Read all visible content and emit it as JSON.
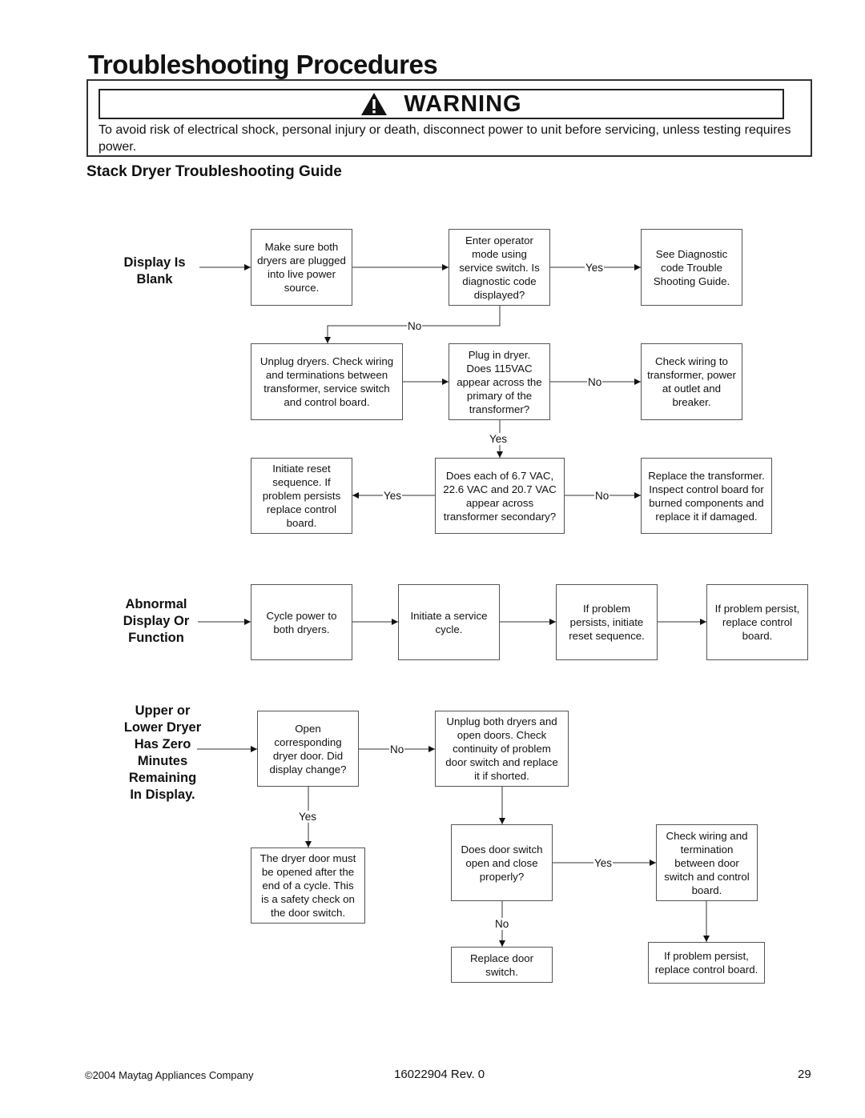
{
  "page_title": "Troubleshooting Procedures",
  "warning": {
    "heading": "WARNING",
    "text": "To avoid risk of electrical shock, personal injury or death, disconnect power to unit before servicing, unless testing requires power."
  },
  "section_title": "Stack Dryer Troubleshooting Guide",
  "categories": {
    "blank": "Display Is\nBlank",
    "abnormal": "Abnormal\nDisplay Or\nFunction",
    "zero": "Upper or\nLower Dryer\nHas Zero\nMinutes\nRemaining\nIn Display."
  },
  "boxes": {
    "b1": "Make sure both\ndryers are plugged\ninto live power\nsource.",
    "b2": "Enter operator\nmode using\nservice switch.  Is\ndiagnostic code\ndisplayed?",
    "b3": "See Diagnostic\ncode Trouble\nShooting Guide.",
    "b4": "Unplug dryers.  Check wiring\nand terminations between\ntransformer, service switch\nand control board.",
    "b5": "Plug in dryer.\nDoes 115VAC\nappear across the\nprimary of the\ntransformer?",
    "b6": "Check wiring to\ntransformer, power\nat outlet and\nbreaker.",
    "b7": "Initiate reset\nsequence.  If\nproblem persists\nreplace control\nboard.",
    "b8": "Does each of 6.7 VAC,\n22.6 VAC and 20.7 VAC\nappear across\ntransformer secondary?",
    "b9": "Replace the transformer.\nInspect control board for\nburned components and\nreplace it if damaged.",
    "b10": "Cycle power to\nboth dryers.",
    "b11": "Initiate a service\ncycle.",
    "b12": "If problem\npersists, initiate\nreset sequence.",
    "b13": "If problem persist,\nreplace control\nboard.",
    "b14": "Open\ncorresponding\ndryer door.  Did\ndisplay change?",
    "b15": "Unplug both dryers and\nopen doors.  Check\ncontinuity of problem\ndoor switch and replace\nit if shorted.",
    "b16": "The dryer door must\nbe opened after the\nend of a cycle.  This\nis a safety check on\nthe door switch.",
    "b17": "Does door switch\nopen and close\nproperly?",
    "b18": "Check wiring and\ntermination\nbetween door\nswitch and control\nboard.",
    "b19": "Replace door\nswitch.",
    "b20": "If problem persist,\nreplace control board."
  },
  "labels": {
    "yes": "Yes",
    "no": "No"
  },
  "footer": {
    "copyright": "©2004 Maytag Appliances Company",
    "doc_number": "16022904 Rev. 0",
    "page_number": "29"
  }
}
